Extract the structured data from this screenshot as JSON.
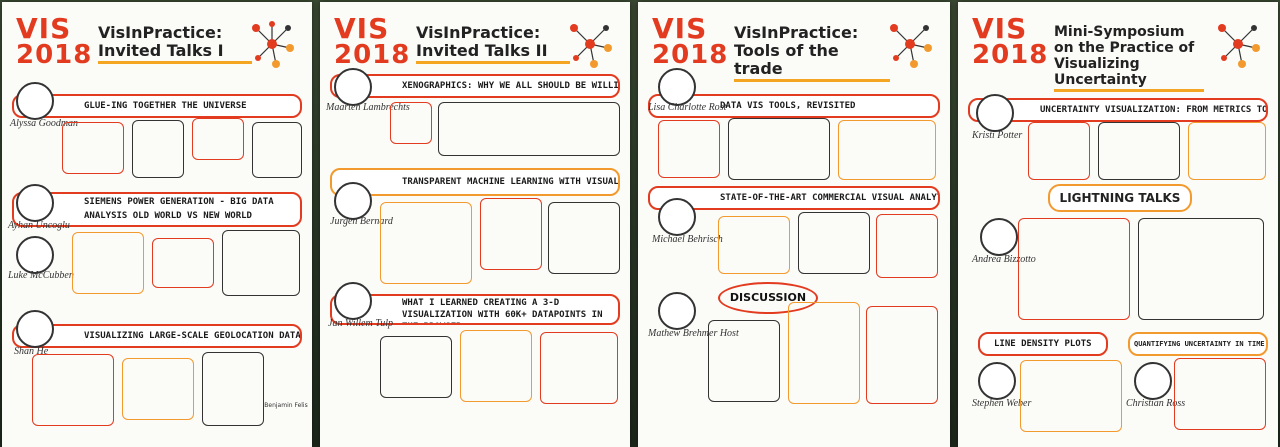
{
  "posters": [
    {
      "event": "VIS",
      "year": "2018",
      "title": "VisInPractice: Invited Talks I",
      "sessions": [
        "GLUE-ING TOGETHER THE UNIVERSE",
        "SIEMENS POWER GENERATION - BIG DATA ANALYSIS OLD WORLD VS NEW WORLD",
        "VISUALIZING LARGE-SCALE GEOLOCATION DATA WITH KEPLER.GL"
      ],
      "speakers": [
        "Alyssa Goodman",
        "Ayhan Uncoglu",
        "Luke McCubben",
        "Shan He"
      ]
    },
    {
      "event": "VIS",
      "year": "2018",
      "title": "VisInPractice: Invited Talks II",
      "sessions": [
        "XENOGRAPHICS: WHY WE ALL SHOULD BE WILLIAM PLAYFAIRS",
        "TRANSPARENT MACHINE LEARNING WITH VISUAL ANALYTICS",
        "WHAT I LEARNED CREATING A 3-D VISUALIZATION WITH 60K+ DATAPOINTS IN THE BROWSER"
      ],
      "speakers": [
        "Maarten Lambrechts",
        "Jurgen Bernard",
        "Jan Willem Tulp"
      ]
    },
    {
      "event": "VIS",
      "year": "2018",
      "title": "VisInPractice: Tools of the trade",
      "sessions": [
        "DATA VIS TOOLS, REVISITED",
        "STATE-OF-THE-ART COMMERCIAL VISUAL ANALYTICS SYSTEMS",
        "DISCUSSION"
      ],
      "speakers": [
        "Lisa Charlotte Rost",
        "Michael Behrisch",
        "Mathew Brehmer Host"
      ]
    },
    {
      "event": "VIS",
      "year": "2018",
      "title": "Mini-Symposium on the Practice of Visualizing Uncertainty",
      "sessions": [
        "UNCERTAINTY VISUALIZATION: FROM METRICS TO IMAGERY",
        "LIGHTNING TALKS",
        "LINE DENSITY PLOTS",
        "QUANTIFYING UNCERTAINTY IN TIME SERIES DATA PROCESSING"
      ],
      "speakers": [
        "Kristi Potter",
        "Andrea Bizzotto",
        "Christian Ross",
        "Stephen Weber"
      ]
    }
  ],
  "credit": "Benjamin Felis",
  "colors": {
    "red": "#e23b1f",
    "orange": "#f29a2e",
    "ink": "#222222"
  }
}
